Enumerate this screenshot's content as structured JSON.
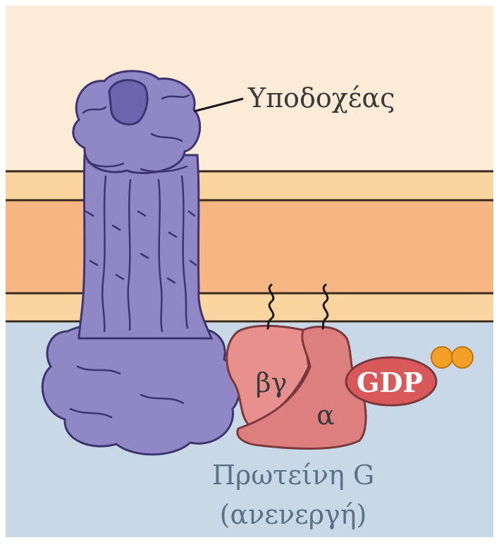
{
  "labels": {
    "receptor": "Υποδοχέας",
    "protein_g_line1": "Πρωτείνη G",
    "protein_g_line2": "(ανενεργή)",
    "subunit_beta_gamma": "βγ",
    "subunit_alpha": "α",
    "gdp": "GDP"
  },
  "colors": {
    "extracellular": "#fcebd6",
    "intracellular": "#c9d8e7",
    "membrane_outer": "#fbd5a0",
    "membrane_core": "#f6b684",
    "membrane_line": "#3a2a1e",
    "receptor_fill": "#9087c6",
    "receptor_dark": "#6e63ad",
    "receptor_outline": "#3d3470",
    "gprotein_fill": "#e7908e",
    "gprotein_alpha": "#de7f7f",
    "gprotein_outline": "#7a3a3c",
    "gdp_fill": "#d9595b",
    "phosphate": "#f2a028",
    "label_receptor": "#3a3a3a",
    "label_protein": "#5c7086"
  },
  "icons": {
    "lipid_anchor": "wavy-lipid-anchor-icon",
    "phosphate": "phosphate-bead-icon"
  }
}
